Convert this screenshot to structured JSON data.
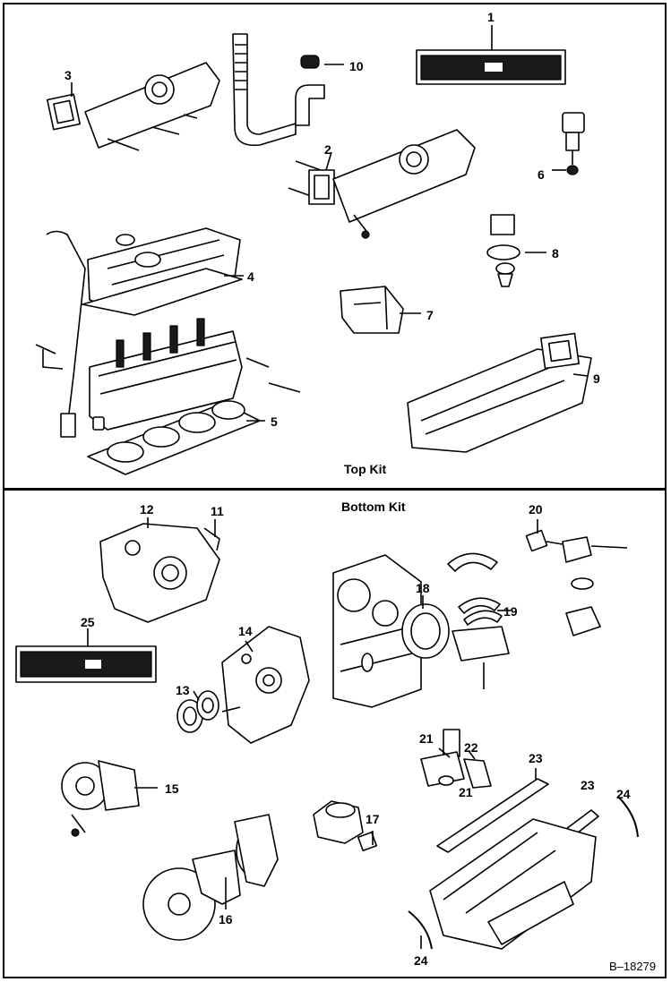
{
  "kits": {
    "top": "Top Kit",
    "bottom": "Bottom Kit"
  },
  "figure_number": "B–18279",
  "callouts": {
    "c1": "1",
    "c2": "2",
    "c3": "3",
    "c4": "4",
    "c5": "5",
    "c6": "6",
    "c7": "7",
    "c8": "8",
    "c9": "9",
    "c10": "10",
    "c11": "11",
    "c12": "12",
    "c13": "13",
    "c14": "14",
    "c15": "15",
    "c16": "16",
    "c17": "17",
    "c18": "18",
    "c19": "19",
    "c20": "20",
    "c21a": "21",
    "c21b": "21",
    "c22": "22",
    "c23a": "23",
    "c23b": "23",
    "c24a": "24",
    "c24b": "24",
    "c25": "25"
  }
}
